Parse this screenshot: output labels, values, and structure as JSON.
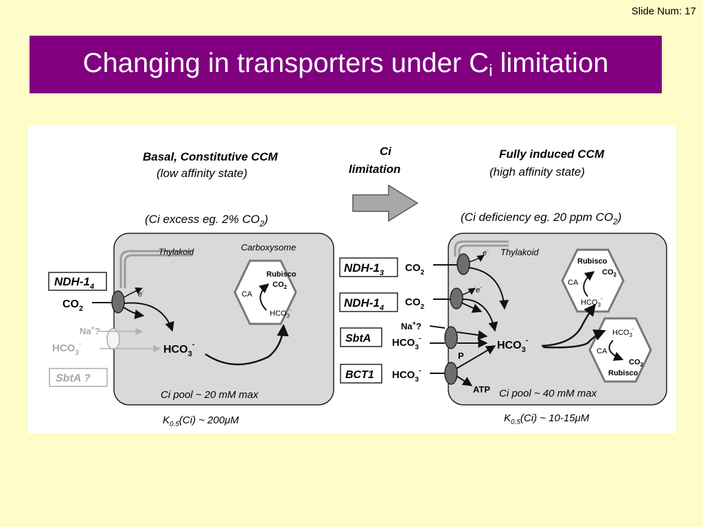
{
  "slide": {
    "slide_num": "Slide Num: 17",
    "title_main": "Changing in transporters under C",
    "title_sub": "i",
    "title_end": " limitation"
  },
  "left": {
    "heading1": "Basal, Constitutive CCM",
    "heading2": "(low affinity state)",
    "excess": "(Ci excess eg. 2% CO",
    "excess_sub": "2",
    "excess_end": ")",
    "thylakoid": "Thylakoid",
    "carboxysome": "Carboxysome",
    "ndh14": "NDH-1",
    "ndh14_sub": "4",
    "co2": "CO",
    "co2_sub": "2",
    "electron": "e",
    "electron_sup": "-",
    "na": "Na",
    "na_sup": "+",
    "na_q": "?",
    "hco3": "HCO",
    "hco3_sub": "3",
    "hco3_sup": "-",
    "sbta": "SbtA ?",
    "rubisco": "Rubisco",
    "ca": "CA",
    "pool": "Ci pool ~ 20 mM max",
    "k_main": "K",
    "k_sub": "0.5",
    "k_end": "(Ci) ~ 200μM"
  },
  "middle": {
    "ci": "Ci",
    "limitation": "limitation"
  },
  "right": {
    "heading1": "Fully induced CCM",
    "heading2": "(high affinity state)",
    "deficiency": "(Ci deficiency eg. 20 ppm CO",
    "deficiency_sub": "2",
    "deficiency_end": ")",
    "thylakoid": "Thylakoid",
    "ndh13": "NDH-1",
    "ndh13_sub": "3",
    "ndh14": "NDH-1",
    "ndh14_sub": "4",
    "sbta": "SbtA",
    "bct1": "BCT1",
    "co2": "CO",
    "co2_sub": "2",
    "electron": "e",
    "electron_sup": "-",
    "na": "Na",
    "na_sup": "+",
    "na_q": "?",
    "hco3": "HCO",
    "hco3_sub": "3",
    "hco3_sup": "-",
    "p": "P",
    "atp": "ATP",
    "rubisco": "Rubisco",
    "ca": "CA",
    "pool": "Ci pool ~ 40 mM max",
    "k_main": "K",
    "k_sub": "0.5",
    "k_end": "(Ci) ~ 10-15μM"
  },
  "colors": {
    "title_bg": "#800080",
    "slide_bg": "#fefcc8",
    "cell_fill": "#d9d9d9",
    "transporter_fill": "#6e6e6e",
    "faded_gray": "#a8a8a8"
  }
}
